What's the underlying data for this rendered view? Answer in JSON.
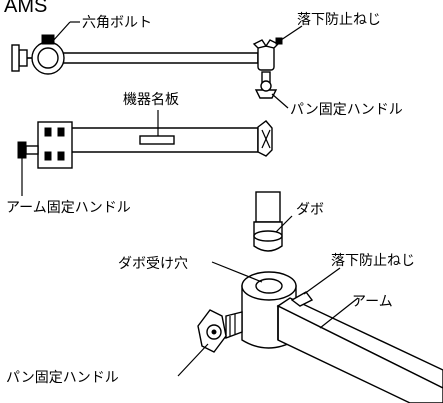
{
  "title": "AMS",
  "labels": {
    "hex_bolt": "六角ボルト",
    "fall_prevention_screw_top": "落下防止ねじ",
    "nameplate": "機器名板",
    "pan_lock_handle_top": "パン固定ハンドル",
    "arm_lock_handle": "アーム固定ハンドル",
    "dowel": "ダボ",
    "dowel_hole": "ダボ受け穴",
    "fall_prevention_screw_bottom": "落下防止ねじ",
    "arm": "アーム",
    "pan_lock_handle_bottom": "パン固定ハンドル"
  }
}
